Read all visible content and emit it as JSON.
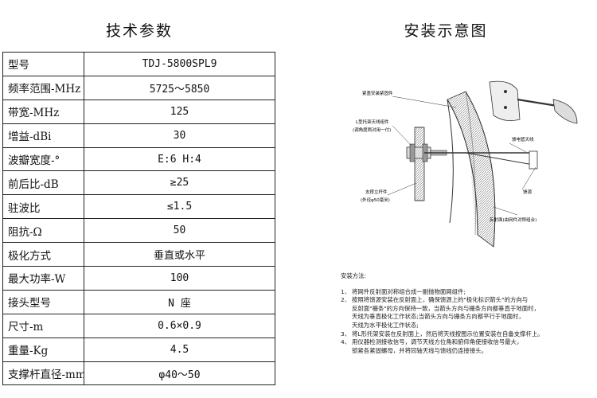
{
  "titles": {
    "specs": "技术参数",
    "install": "安装示意图"
  },
  "specs": [
    {
      "label": "型号",
      "value": "TDJ-5800SPL9"
    },
    {
      "label": "频率范围-MHz",
      "value": "5725～5850"
    },
    {
      "label": "带宽-MHz",
      "value": "125"
    },
    {
      "label": "增益-dBi",
      "value": "30"
    },
    {
      "label": "波瓣宽度-°",
      "value": "E:6  H:4"
    },
    {
      "label": "前后比-dB",
      "value": "≥25"
    },
    {
      "label": "驻波比",
      "value": "≤1.5"
    },
    {
      "label": "阻抗-Ω",
      "value": "50"
    },
    {
      "label": "极化方式",
      "value": "垂直或水平"
    },
    {
      "label": "最大功率-W",
      "value": "100"
    },
    {
      "label": "接头型号",
      "value": "N 座"
    },
    {
      "label": "尺寸-m",
      "value": "0.6×0.9"
    },
    {
      "label": "重量-Kg",
      "value": "4.5"
    },
    {
      "label": "支撑杆直径-mm",
      "value": "φ40～50"
    }
  ],
  "diagram": {
    "labels": {
      "mount": "紧盖安装紧固件",
      "clamp_1": "L型托架天线组件",
      "clamp_2": "(调角度两对用一付)",
      "feed": "馈电管天线",
      "radome": "馈源",
      "pole_1": "支撑立杆件",
      "pole_2": "(外径φ50毫米)",
      "reflector": "反射面(由网件对称组合)"
    }
  },
  "notes": {
    "title": "安装方法:",
    "items": [
      {
        "num": "1、",
        "lines": [
          "将网件反射面对称组合成一副抛物面网组件;"
        ]
      },
      {
        "num": "2、",
        "lines": [
          "按照将馈源安装在反射面上，确保馈源上的\"极化标识箭头\"的方向与",
          "反射面\"栅条\"的方向保持一致，当箭头方向与栅条方向都垂直于地面时，",
          "天线为垂直极化工作状态;当箭头方向与栅条方向都平行于地面时，",
          "天线为水平极化工作状态;"
        ]
      },
      {
        "num": "3、",
        "lines": [
          "将L形托架安装在反射面上，然后将天线按图示位置安装在自备支撑杆上。"
        ]
      },
      {
        "num": "4、",
        "lines": [
          "用仪器检测接收信号，调节天线方位角和俯仰角使接收信号最大，",
          "锁紧各紧固螺母，并将同轴天线与馈线仍连接接头。"
        ]
      }
    ]
  }
}
